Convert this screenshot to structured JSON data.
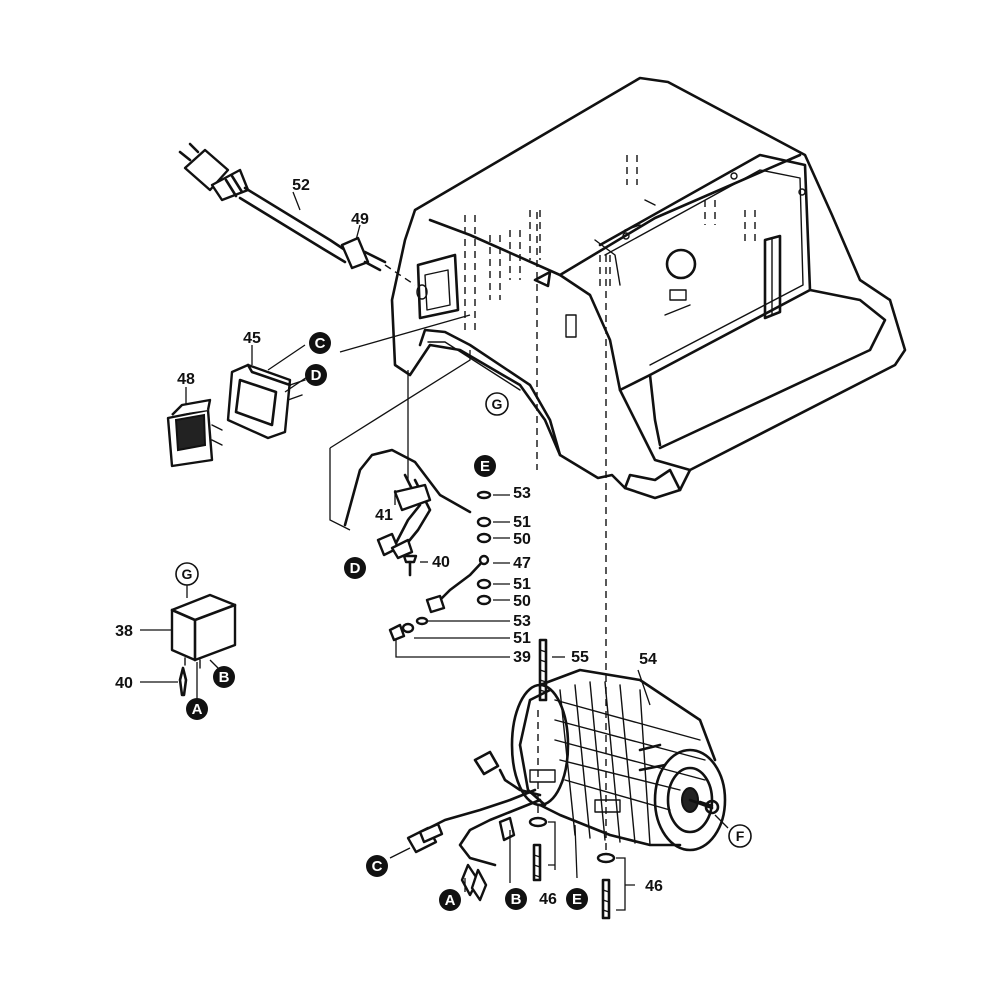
{
  "part_numbers": {
    "p52": "52",
    "p49": "49",
    "p45": "45",
    "p48": "48",
    "p41": "41",
    "p53a": "53",
    "p51a": "51",
    "p50a": "50",
    "p40a": "40",
    "p47": "47",
    "p51b": "51",
    "p50b": "50",
    "p53b": "53",
    "p51c": "51",
    "p39": "39",
    "p38": "38",
    "p40b": "40",
    "p55": "55",
    "p54": "54",
    "p46a": "46",
    "p46b": "46"
  },
  "connectors": {
    "c_top": "C",
    "d_top": "D",
    "g_top": "G",
    "e_top": "E",
    "d_left": "D",
    "g_left": "G",
    "b_left": "B",
    "a_left": "A",
    "f_right": "F",
    "c_bottom": "C",
    "a_bottom": "A",
    "b_bottom": "B",
    "e_bottom": "E"
  }
}
